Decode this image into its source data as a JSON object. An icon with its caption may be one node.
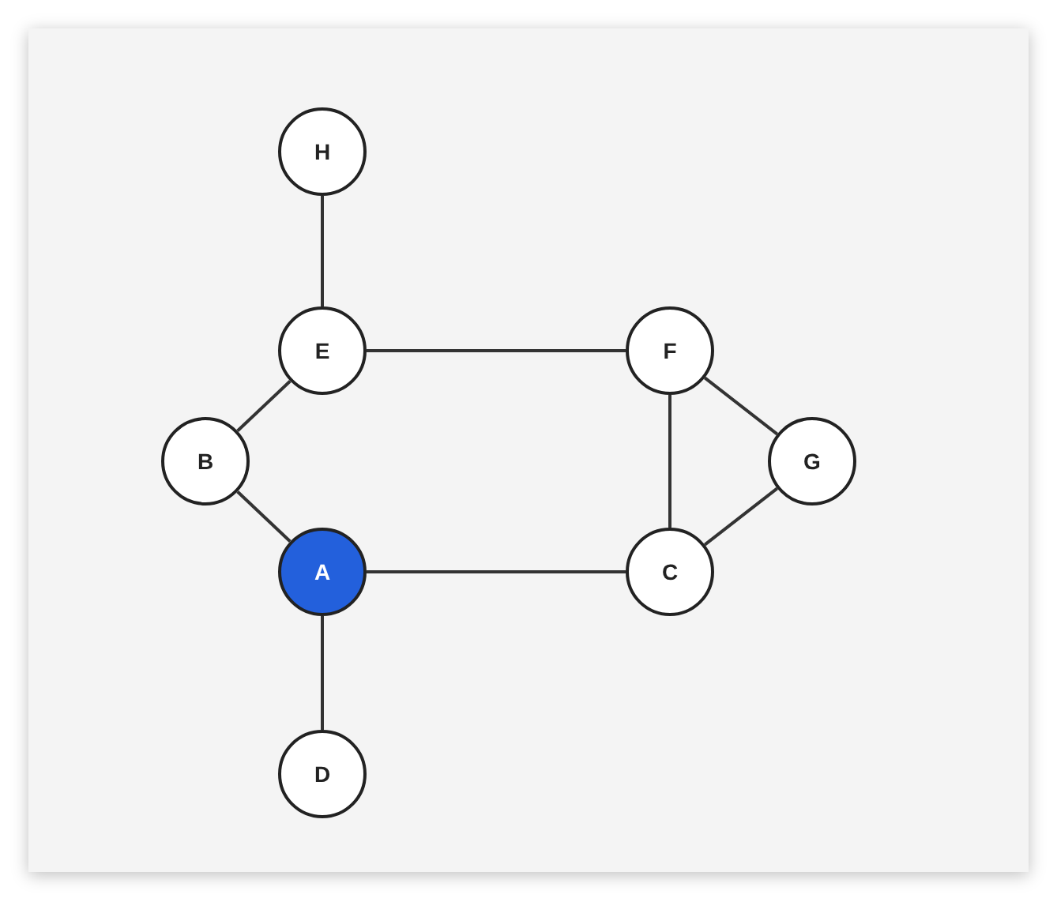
{
  "diagram": {
    "nodes": [
      {
        "text": [
          "H"
        ]
      },
      {
        "text": [
          "E"
        ]
      },
      {
        "text": [
          "F"
        ]
      },
      {
        "text": [
          "B"
        ]
      },
      {
        "text": [
          "G"
        ]
      },
      {
        "text": [
          "A"
        ]
      },
      {
        "text": [
          "C"
        ]
      },
      {
        "text": [
          "D"
        ]
      }
    ],
    "edges": [
      {
        "from": 0,
        "to": 1,
        "arrow": "none"
      },
      {
        "from": 1,
        "to": 2,
        "arrow": "none"
      },
      {
        "from": 1,
        "to": 3,
        "arrow": "none"
      },
      {
        "from": 3,
        "to": 5,
        "arrow": "none"
      },
      {
        "from": 5,
        "to": 6,
        "arrow": "none"
      },
      {
        "from": 5,
        "to": 7,
        "arrow": "none"
      },
      {
        "from": 2,
        "to": 6,
        "arrow": "none"
      },
      {
        "from": 2,
        "to": 4,
        "arrow": "none"
      },
      {
        "from": 4,
        "to": 6,
        "arrow": "none"
      }
    ]
  }
}
